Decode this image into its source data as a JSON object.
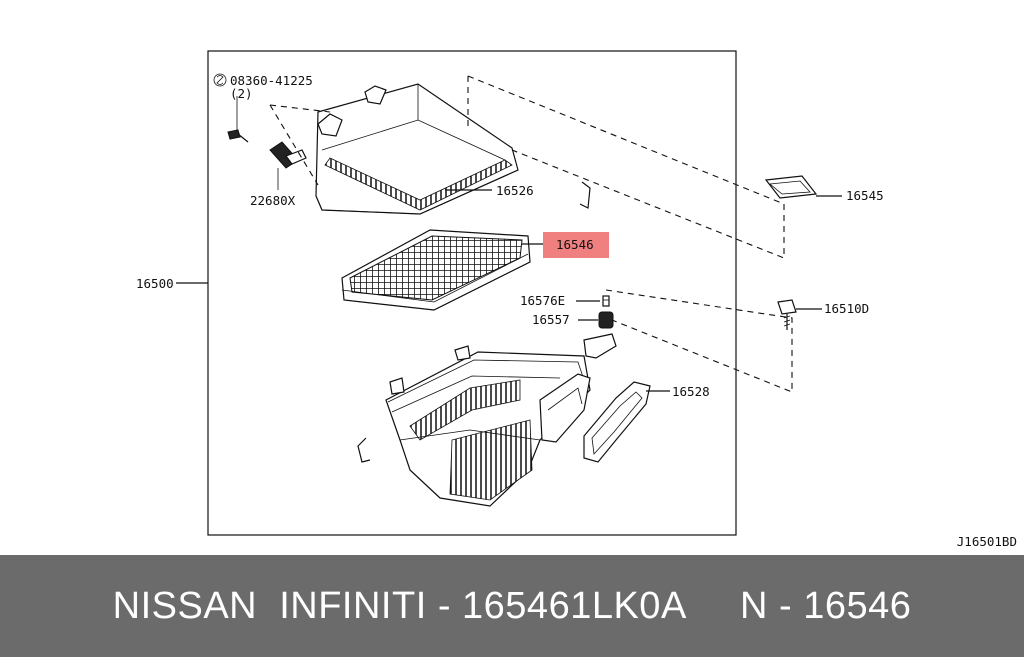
{
  "diagram": {
    "labels": {
      "screw_code": "08360-41225",
      "screw_qty": "(2)",
      "sensor": "22680X",
      "assembly": "16500",
      "cover": "16526",
      "filter": "16546",
      "bracket": "16545",
      "clip": "16576E",
      "grommet": "16557",
      "bolt": "16510D",
      "seal": "16528"
    },
    "drawing_code": "J16501BD",
    "highlight_color": "#f08080"
  },
  "footer": {
    "caption": "NISSAN  INFINITI - 165461LK0A     N - 16546",
    "background": "#6b6b6b"
  }
}
